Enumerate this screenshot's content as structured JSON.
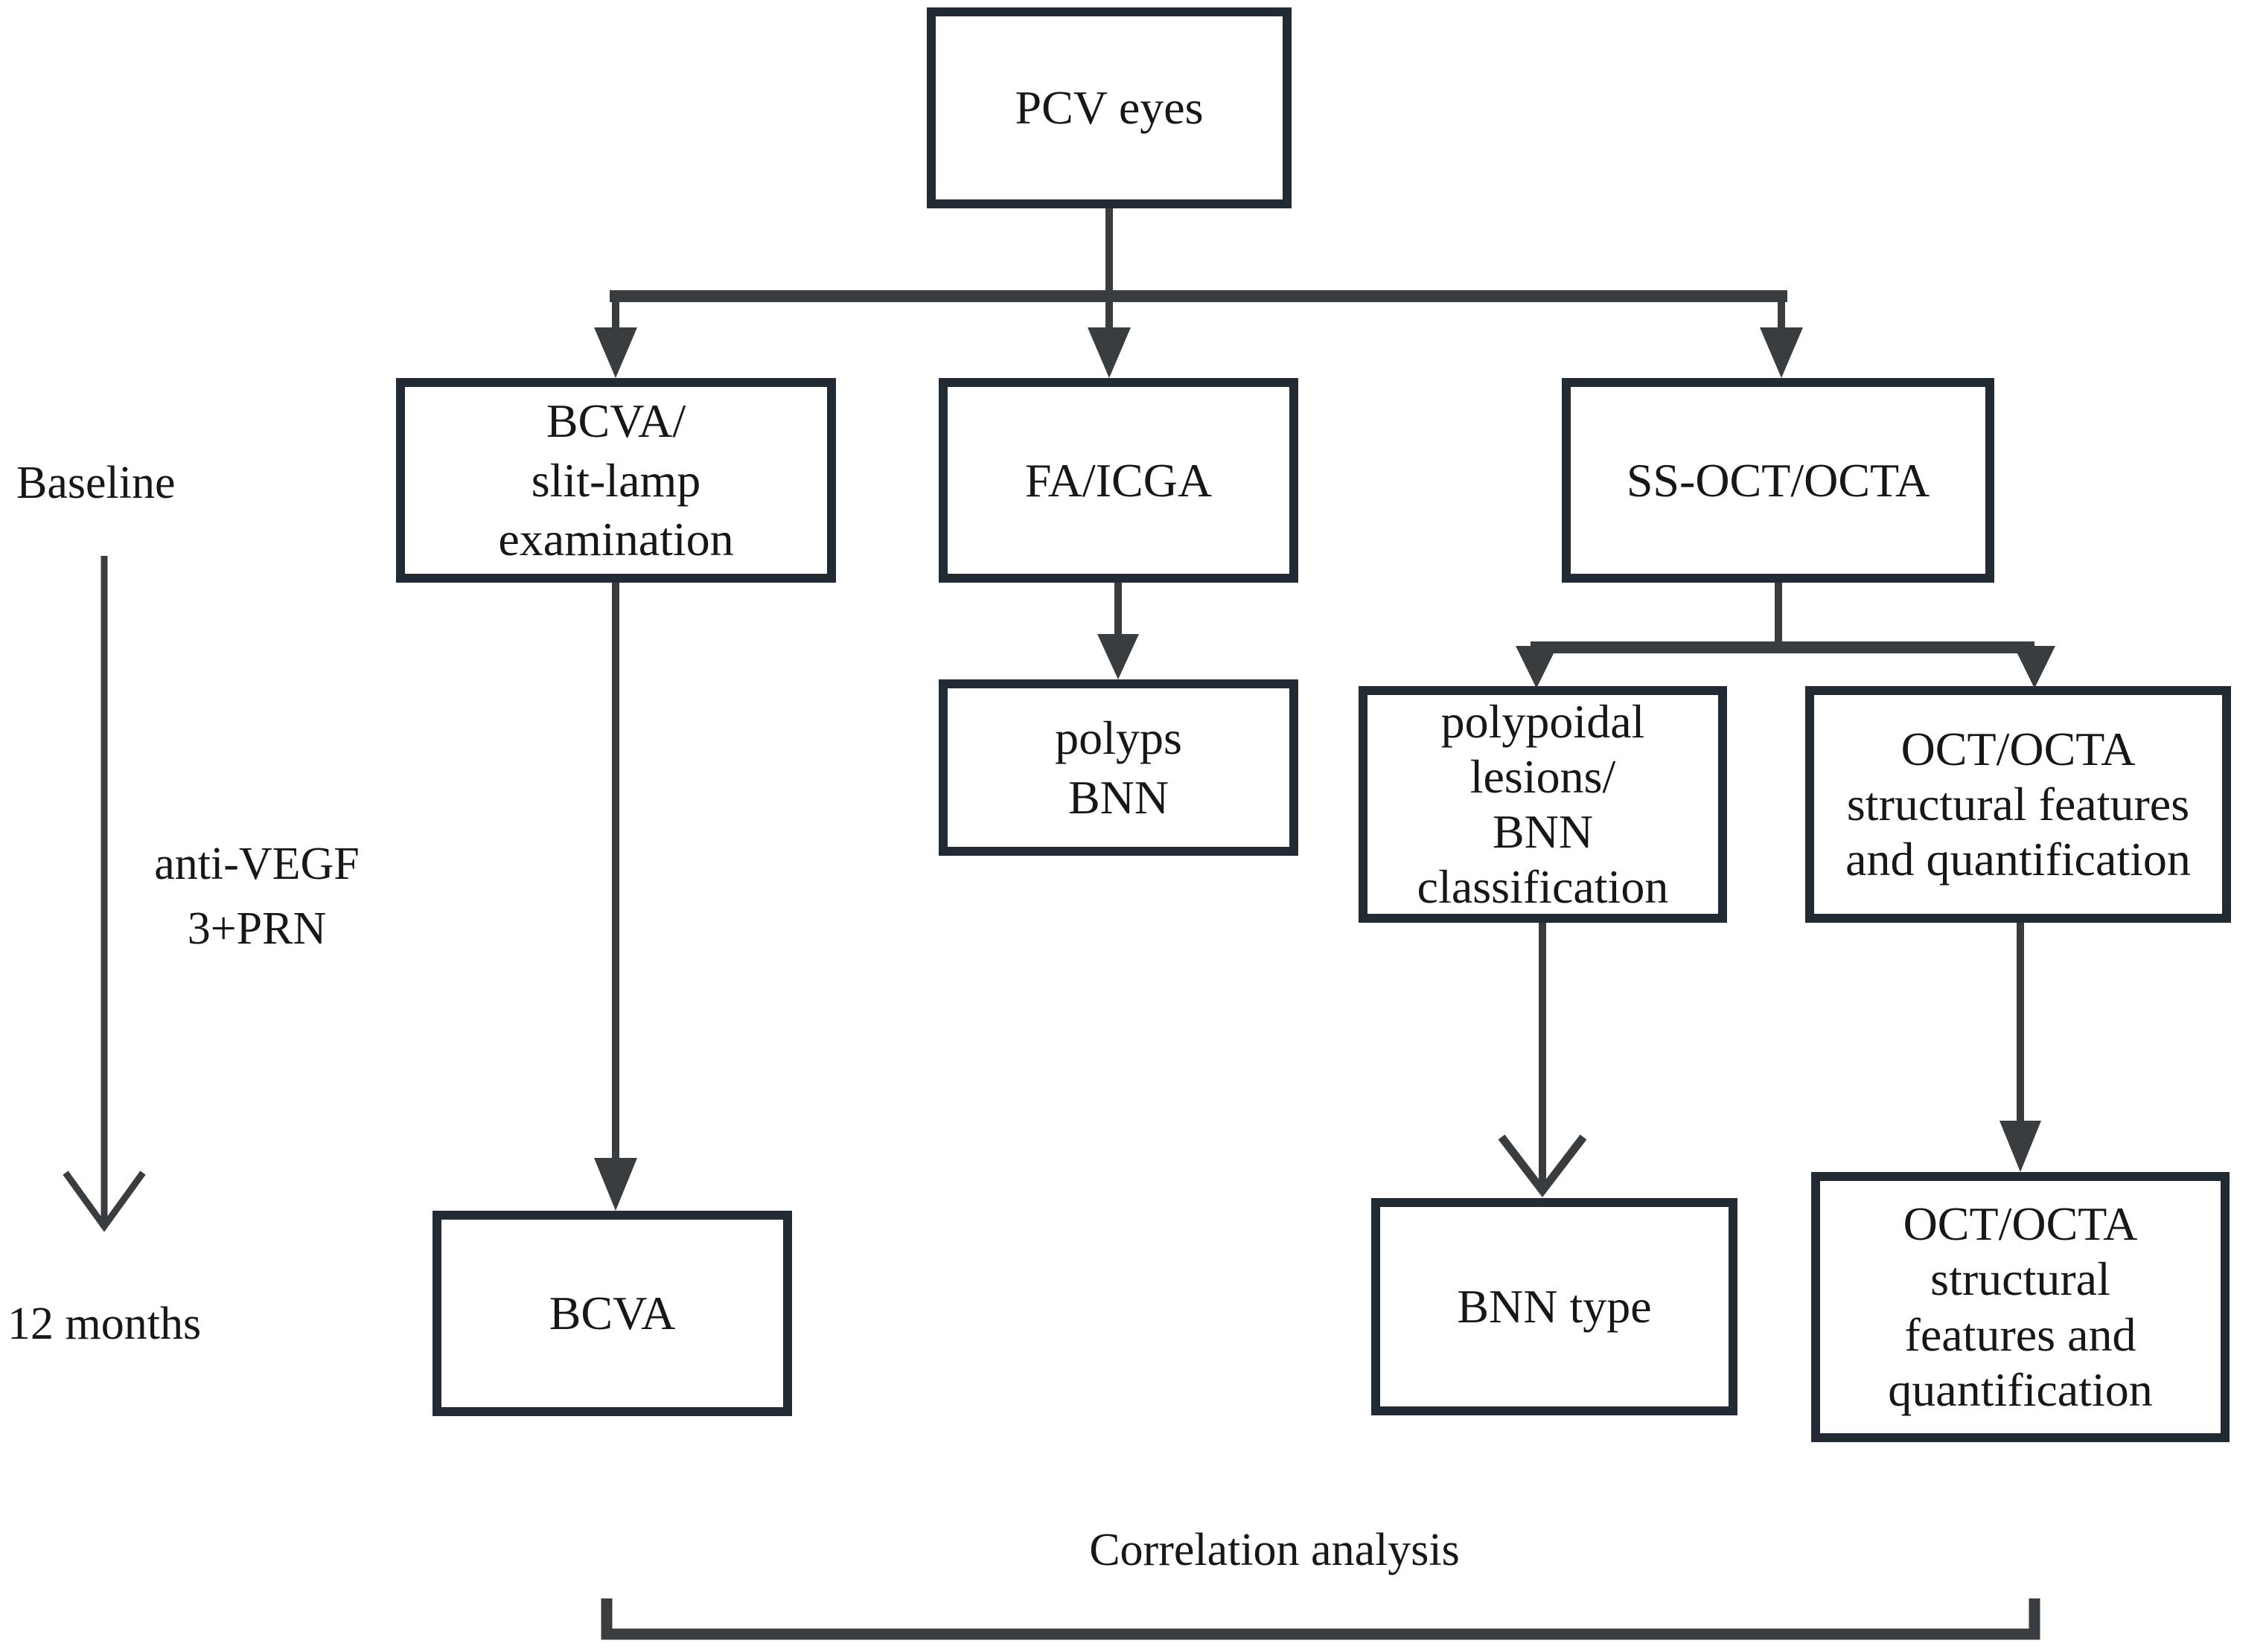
{
  "nodes": {
    "pcv_eyes": {
      "label": "PCV eyes"
    },
    "bcva_slit_lamp": {
      "label": "BCVA/\nslit-lamp\nexamination"
    },
    "fa_icga": {
      "label": "FA/ICGA"
    },
    "ss_oct_octa": {
      "label": "SS-OCT/OCTA"
    },
    "polyps_bnn": {
      "label": "polyps\nBNN"
    },
    "polypoidal_lesions": {
      "label": "polypoidal\nlesions/\nBNN\nclassification"
    },
    "oct_octa_features_baseline": {
      "label": "OCT/OCTA\nstructural features\nand quantification"
    },
    "bcva_12m": {
      "label": "BCVA"
    },
    "bnn_type": {
      "label": "BNN type"
    },
    "oct_octa_features_12m": {
      "label": "OCT/OCTA\nstructural\nfeatures and\nquantification"
    }
  },
  "annotations": {
    "baseline": "Baseline",
    "anti_vegf": "anti-VEGF\n3+PRN",
    "twelve_months": "12 months",
    "correlation": "Correlation analysis"
  },
  "theme": {
    "background": "#ffffff",
    "box_border": "#222a33",
    "line": "#3a3d40",
    "text": "#15171b"
  }
}
